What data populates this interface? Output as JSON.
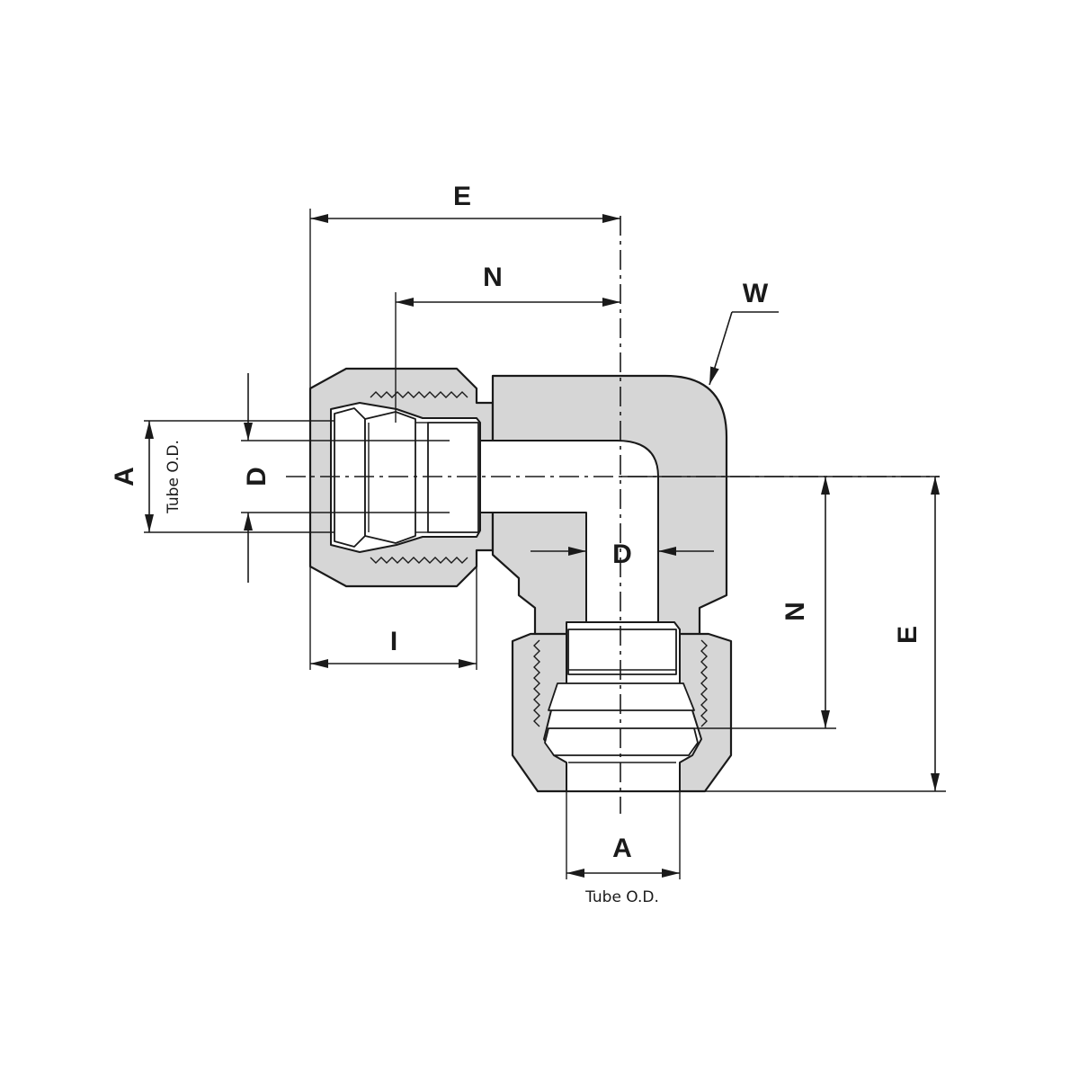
{
  "labels": {
    "e_top": "E",
    "n_top": "N",
    "w": "W",
    "a_left": "A",
    "tube_od_left": "Tube O.D.",
    "d_left": "D",
    "d_center": "D",
    "n_right": "N",
    "e_right": "E",
    "i": "I",
    "a_bottom": "A",
    "tube_od_bottom": "Tube O.D."
  }
}
